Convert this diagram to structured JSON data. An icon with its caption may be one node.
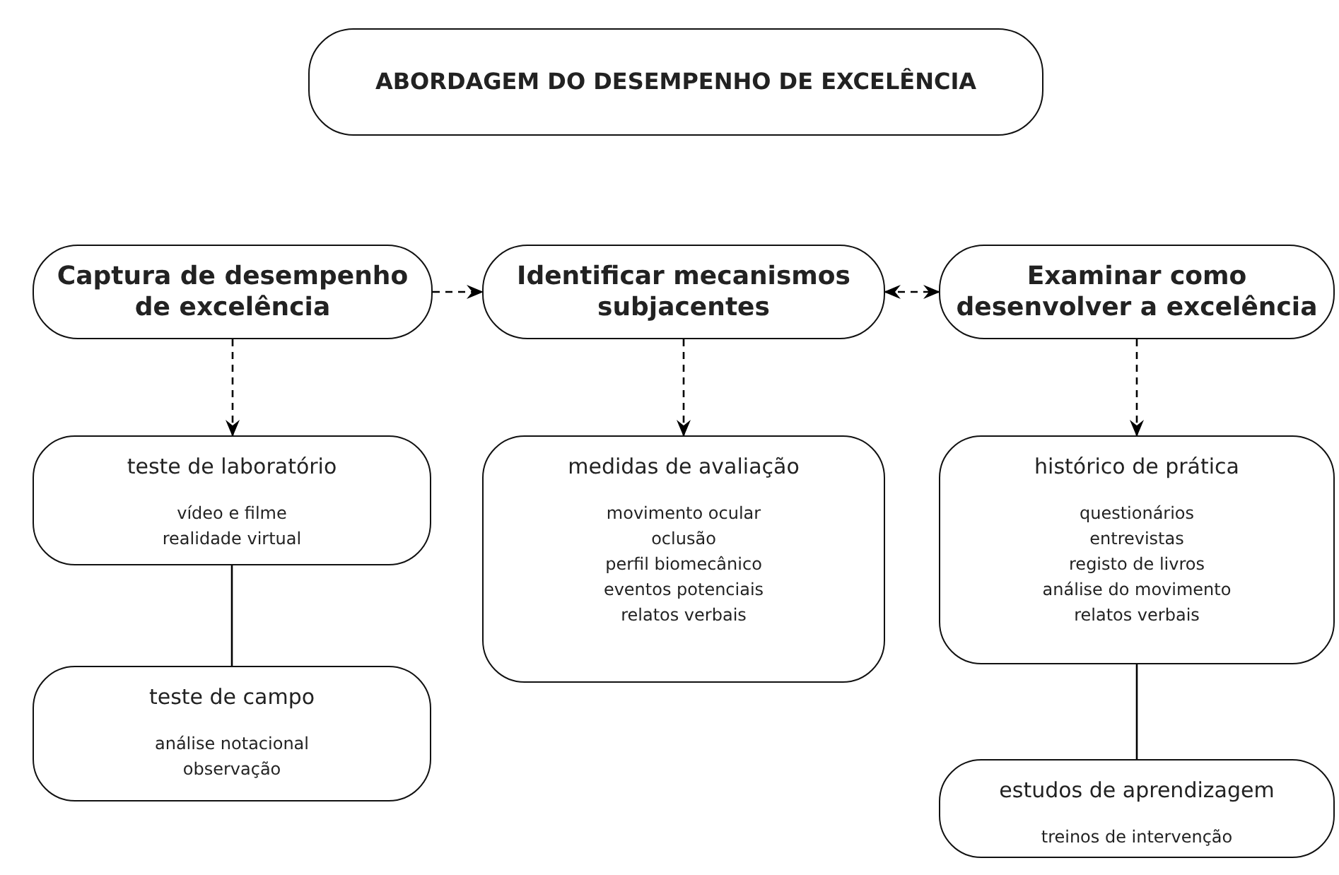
{
  "diagram": {
    "nodes": [
      {
        "text": [
          "ABORDAGEM DO DESEMPENHO DE EXCELÊNCIA"
        ]
      },
      {
        "text": [
          "Captura de desempenho de excelência"
        ]
      },
      {
        "text": [
          "Identificar mecanismos subjacentes"
        ]
      },
      {
        "text": [
          "Examinar como desenvolver a excelência"
        ]
      },
      {
        "text": [
          "teste de laboratório",
          "vídeo e filme",
          "realidade virtual"
        ]
      },
      {
        "text": [
          "teste de campo",
          "análise notacional",
          "observação"
        ]
      },
      {
        "text": [
          "medidas de avaliação",
          "movimento ocular",
          "oclusão",
          "perfil biomecânico",
          "eventos potenciais",
          "relatos verbais"
        ]
      },
      {
        "text": [
          "histórico de prática",
          "questionários",
          "entrevistas",
          "registo de livros",
          "análise do movimento",
          "relatos verbais"
        ]
      },
      {
        "text": [
          "estudos de aprendizagem",
          "treinos de intervenção"
        ]
      }
    ],
    "edges": [
      {
        "from": 1,
        "to": 2,
        "arrow": "to",
        "style": "dashed"
      },
      {
        "from": 2,
        "to": 3,
        "arrow": "both",
        "style": "dashed"
      },
      {
        "from": 1,
        "to": 4,
        "arrow": "to",
        "style": "dashed"
      },
      {
        "from": 2,
        "to": 6,
        "arrow": "to",
        "style": "dashed"
      },
      {
        "from": 3,
        "to": 7,
        "arrow": "to",
        "style": "dashed"
      },
      {
        "from": 4,
        "to": 5,
        "arrow": "none"
      },
      {
        "from": 7,
        "to": 8,
        "arrow": "none"
      }
    ]
  }
}
